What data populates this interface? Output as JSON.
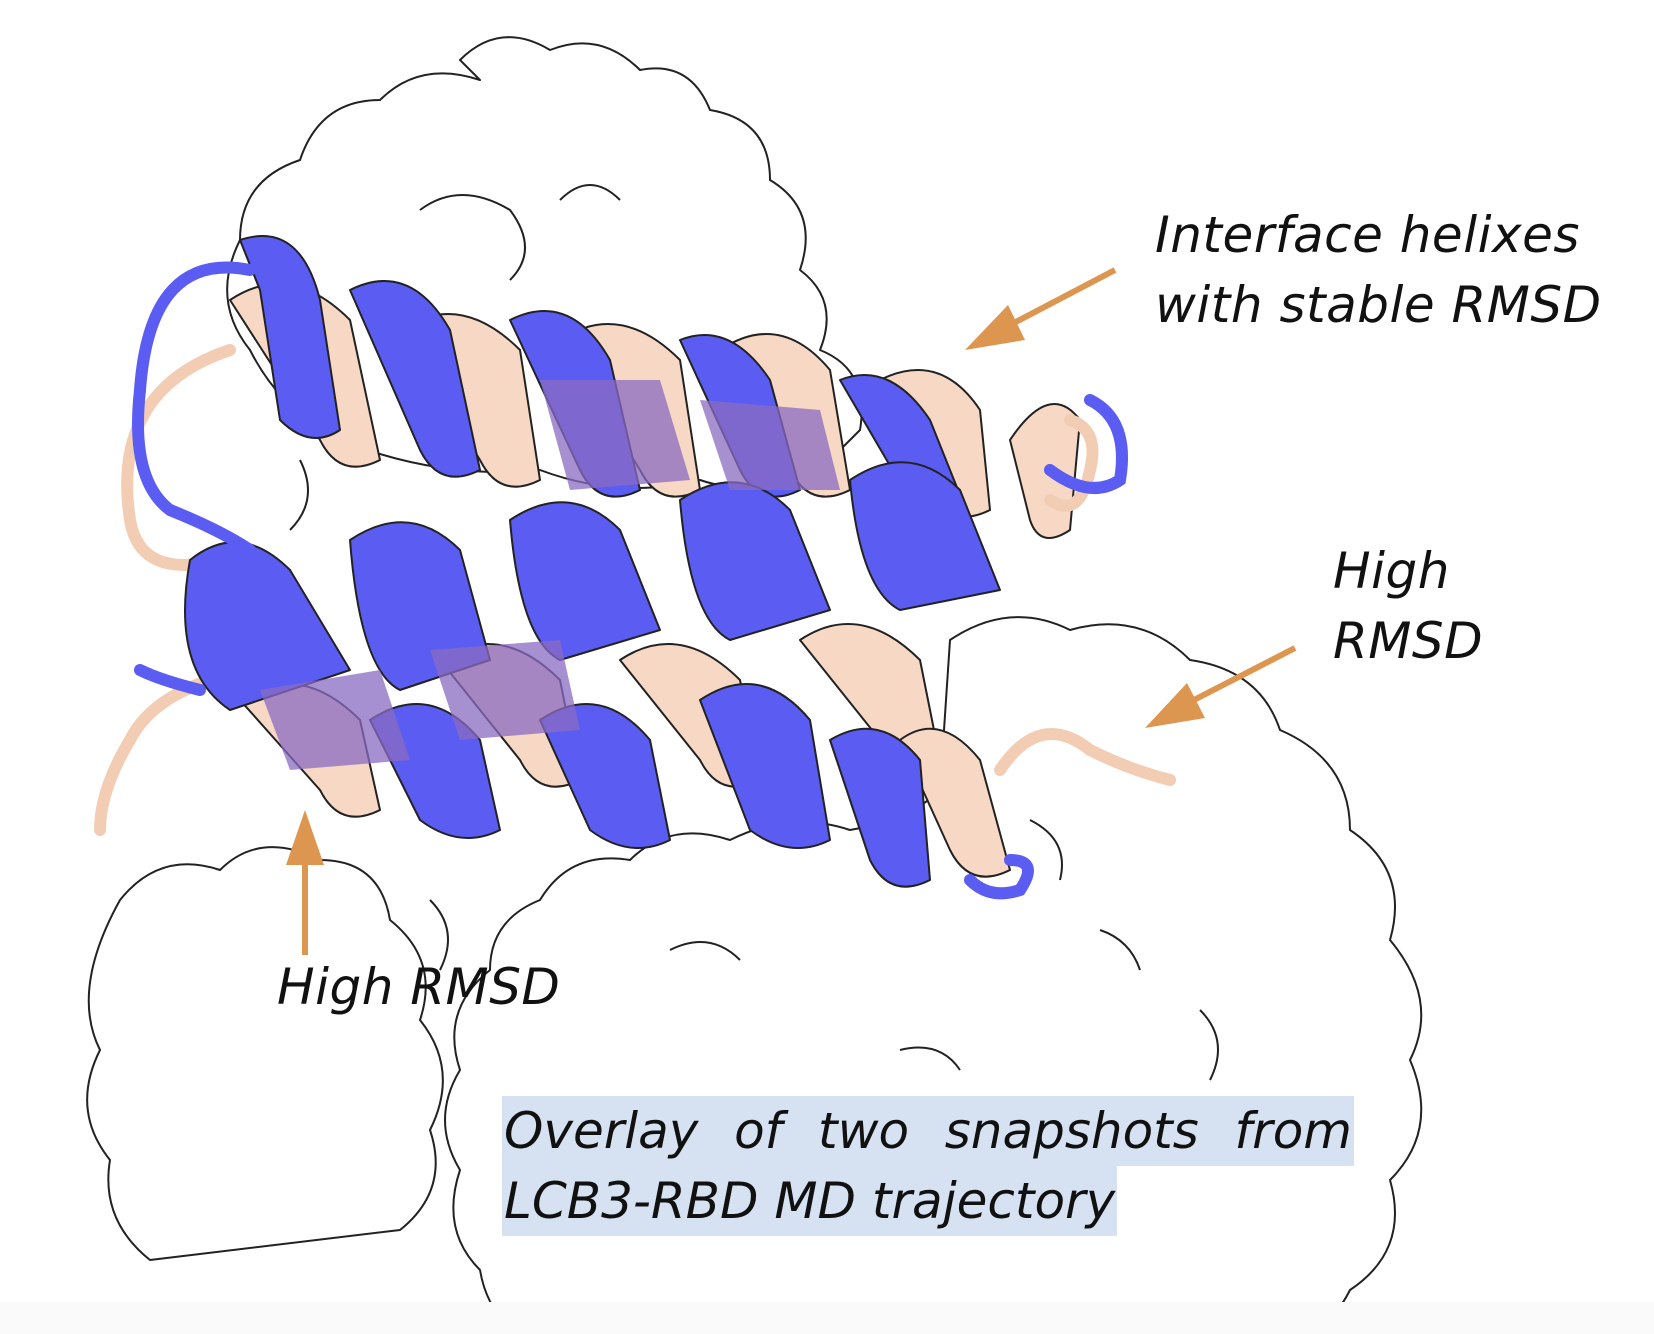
{
  "annotations": {
    "interface": {
      "line1": "Interface helixes",
      "line2": "with stable RMSD"
    },
    "right": {
      "line1": "High",
      "line2": "RMSD"
    },
    "left": "High RMSD"
  },
  "caption": {
    "line1": "Overlay of two snapshots from",
    "line2": "LCB3-RBD MD trajectory"
  },
  "colors": {
    "helix_snapshot_1": "#5b5cf2",
    "helix_snapshot_2": "#f7d8c4",
    "overlap": "#8a6bc1",
    "arrow": "#dd9650",
    "surface_outline": "#222222",
    "caption_highlight": "#d6e2f2"
  }
}
